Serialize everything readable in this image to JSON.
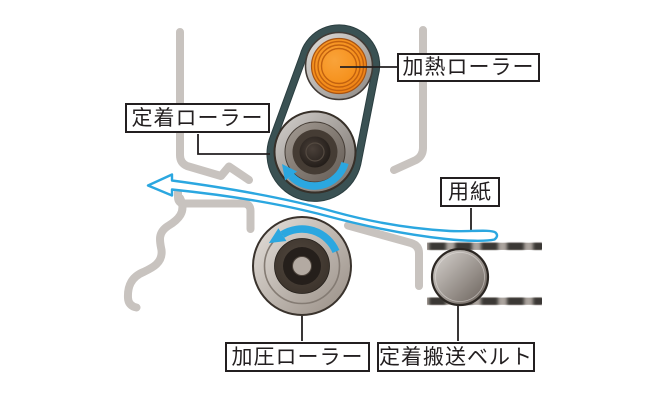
{
  "diagram": {
    "description": "fuser-unit-cutaway-diagram",
    "labels": {
      "heating_roller": "加熱ローラー",
      "fixing_roller": "定着ローラー",
      "paper": "用紙",
      "pressure_roller": "加圧ローラー",
      "fixing_transport_belt": "定着搬送ベルト"
    },
    "colors": {
      "accent_blue": "#2BA7E0",
      "heater_orange": "#F6921E",
      "fuser_belt_dark_teal": "#3A5153",
      "frame_gray": "#C8C3BF",
      "outline_black": "#231F20",
      "background": "#FFFFFF"
    },
    "icons": {
      "paper_direction_arrow": "left-arrow-outline",
      "fixing_roller_rotation_arrow": "arc-arrow-counterclockwise",
      "pressure_roller_rotation_arrow": "arc-arrow-counterclockwise"
    }
  }
}
